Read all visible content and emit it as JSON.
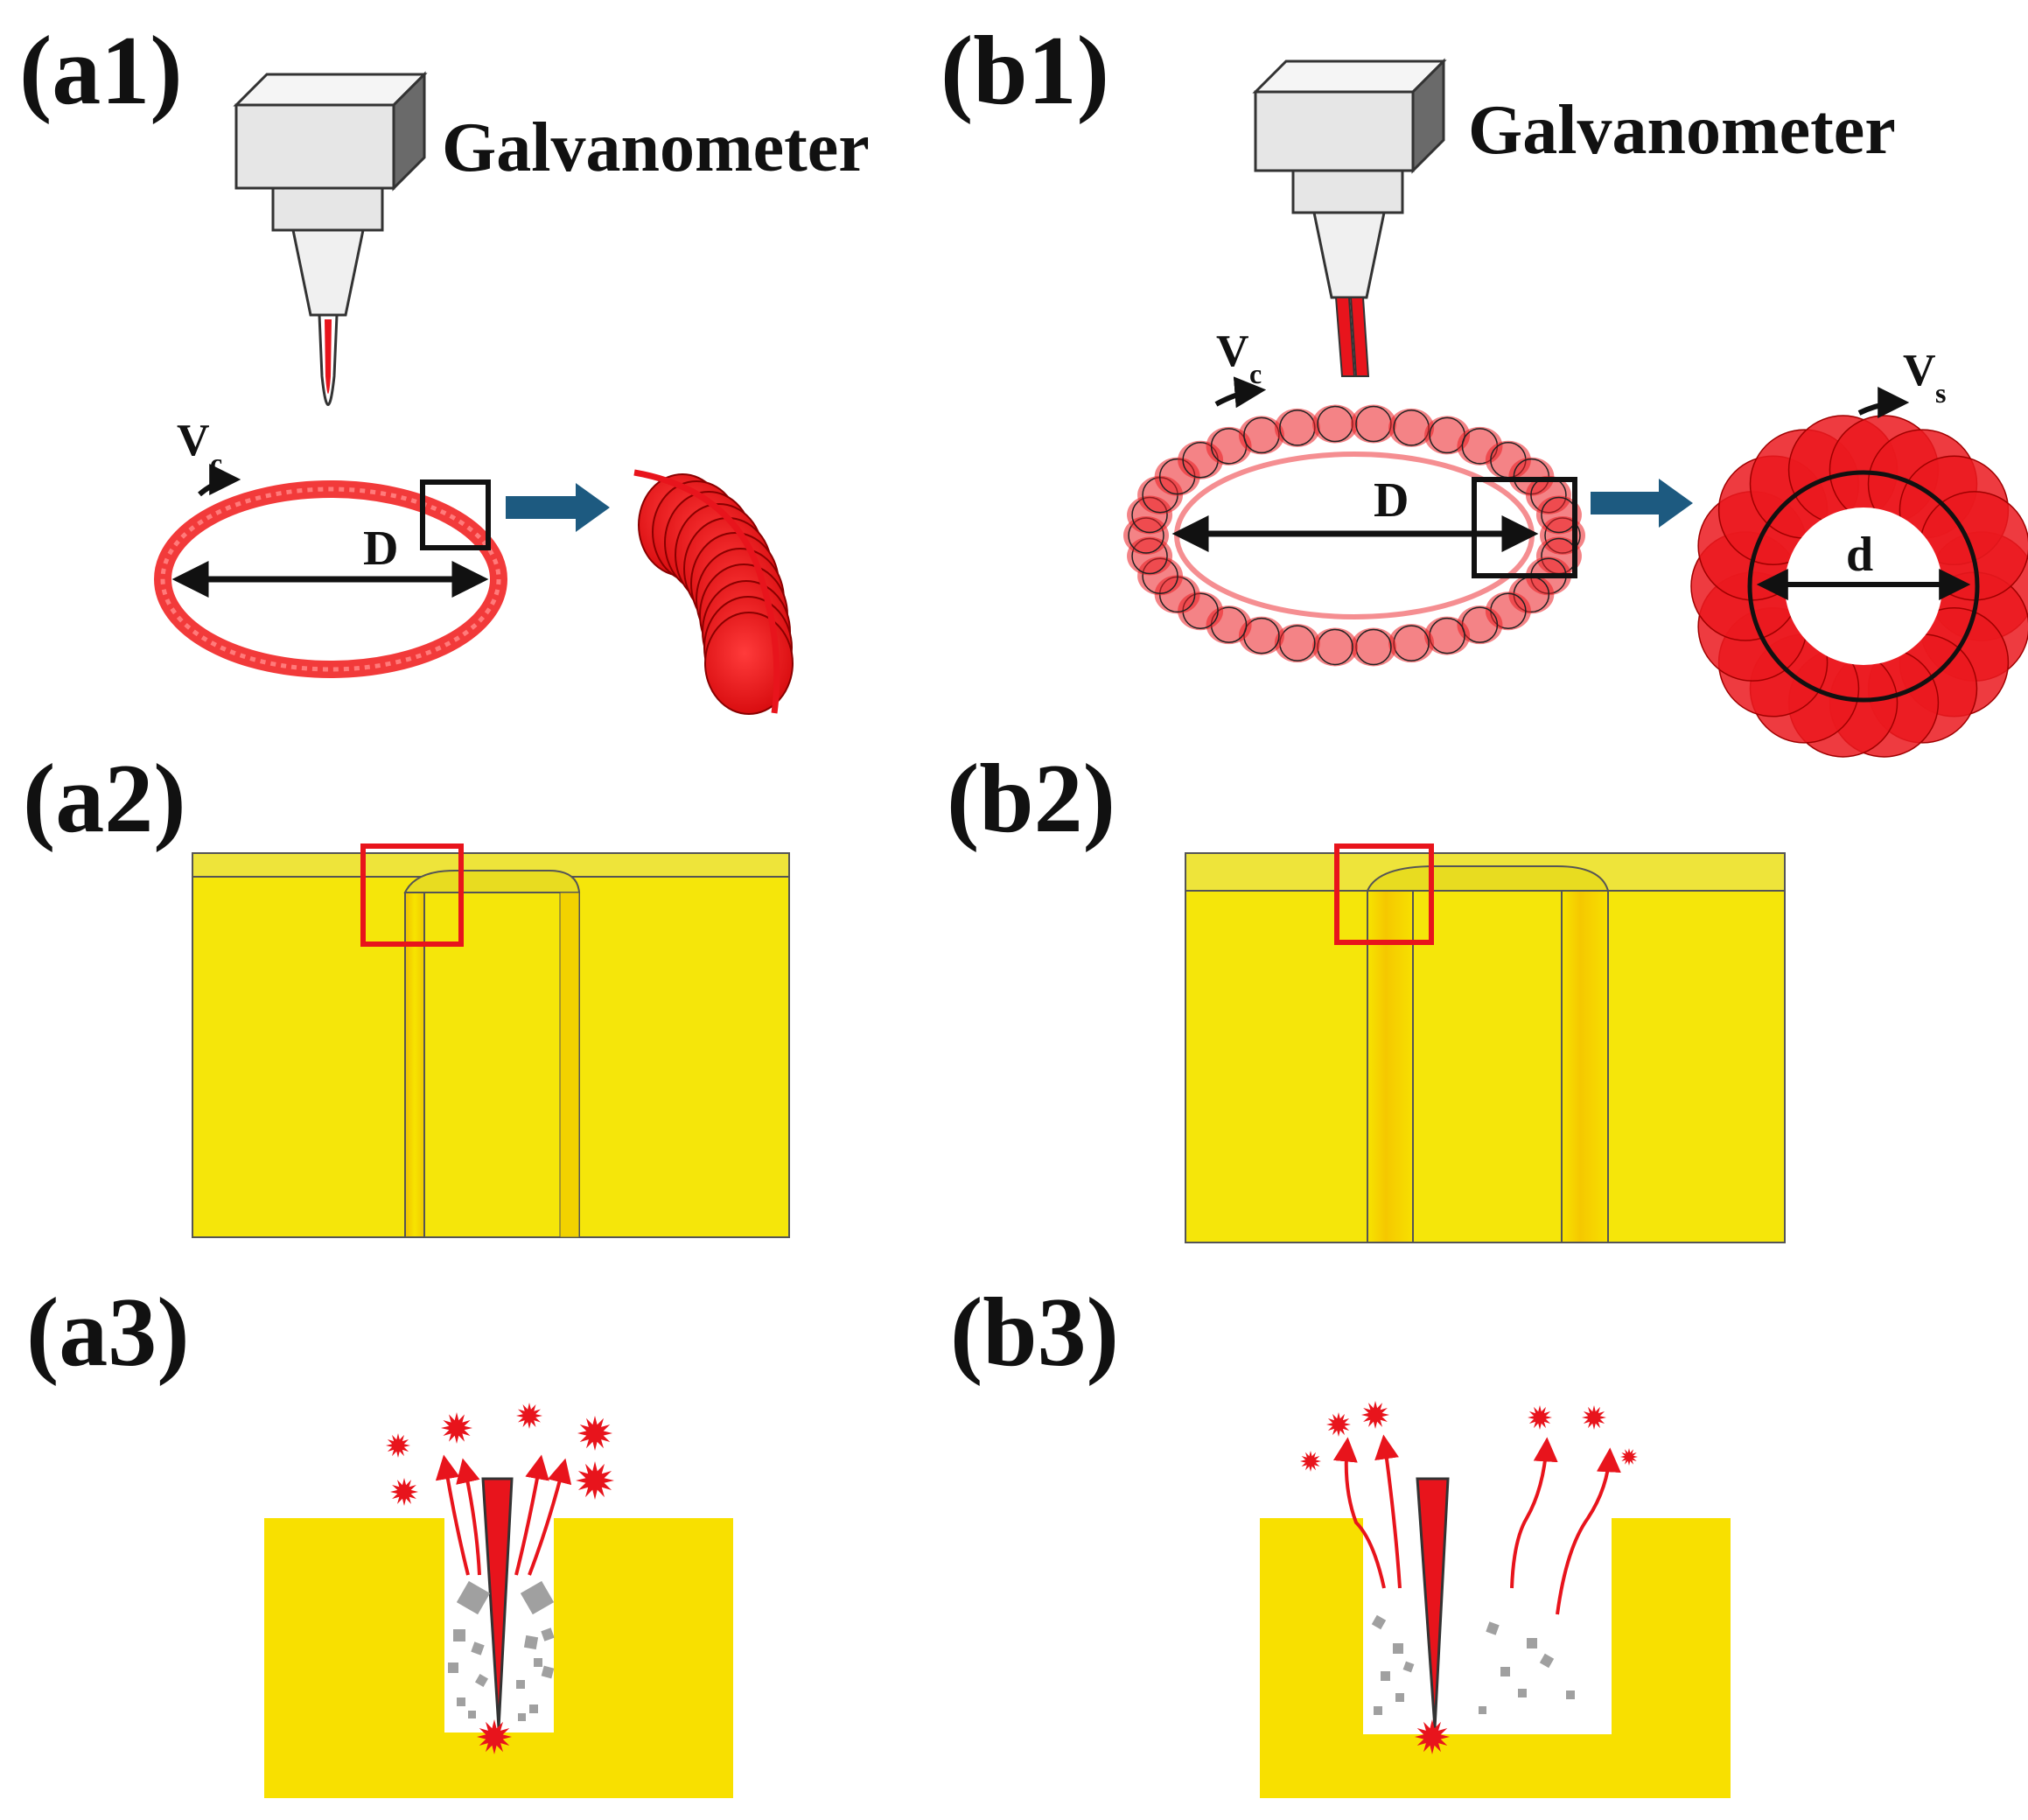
{
  "panels": {
    "a1": "(a1)",
    "b1": "(b1)",
    "a2": "(a2)",
    "b2": "(b2)",
    "a3": "(a3)",
    "b3": "(b3)"
  },
  "galvanometer_label": "Galvanometer",
  "symbols": {
    "outer_diameter": "D",
    "inner_diameter": "d",
    "v_main": "V",
    "v_c_sub": "c",
    "v_s_sub": "s"
  },
  "colors": {
    "laser_red": "#e8141c",
    "material_yellow": "#f5e60a",
    "arrow_blue": "#1d5a80",
    "debris_gray": "#a0a0a0",
    "galvo_gray": "#e6e6e6"
  }
}
